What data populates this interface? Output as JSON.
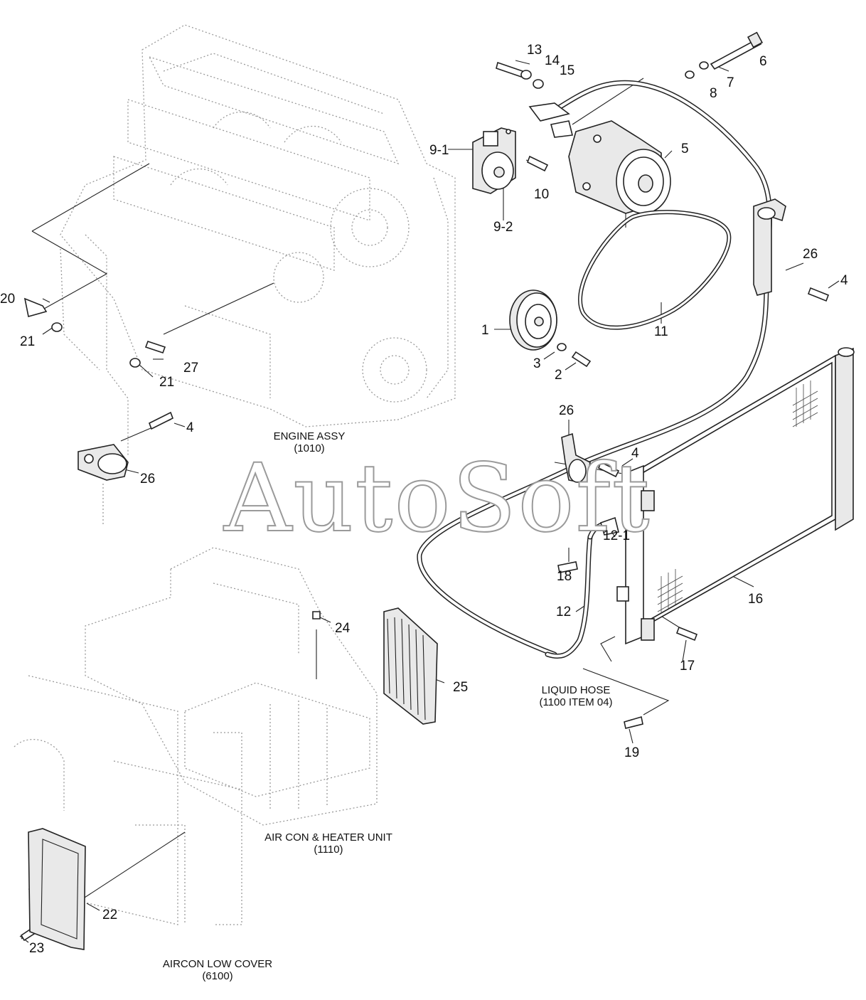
{
  "watermark": "AutoSoft",
  "captions": {
    "engine": [
      "ENGINE ASSY",
      "(1010)"
    ],
    "liquid_hose": [
      "LIQUID HOSE",
      "(1100 ITEM 04)"
    ],
    "aircon_heater": [
      "AIR CON & HEATER UNIT",
      "(1110)"
    ],
    "aircon_cover": [
      "AIRCON LOW COVER",
      "(6100)"
    ]
  },
  "callouts": {
    "c13": "13",
    "c14": "14",
    "c15": "15",
    "c6": "6",
    "c7": "7",
    "c8": "8",
    "c9_1": "9-1",
    "c10": "10",
    "c9_2": "9-2",
    "c5": "5",
    "c26a": "26",
    "c4a": "4",
    "c1": "1",
    "c11": "11",
    "c3": "3",
    "c2": "2",
    "c20": "20",
    "c21a": "21",
    "c27": "27",
    "c21b": "21",
    "c4b": "4",
    "c26b": "26",
    "c26c": "26",
    "c4c": "4",
    "c18": "18",
    "c12_1": "12-1",
    "c16": "16",
    "c12": "12",
    "c17": "17",
    "c19": "19",
    "c24": "24",
    "c25": "25",
    "c22": "22",
    "c23": "23"
  }
}
